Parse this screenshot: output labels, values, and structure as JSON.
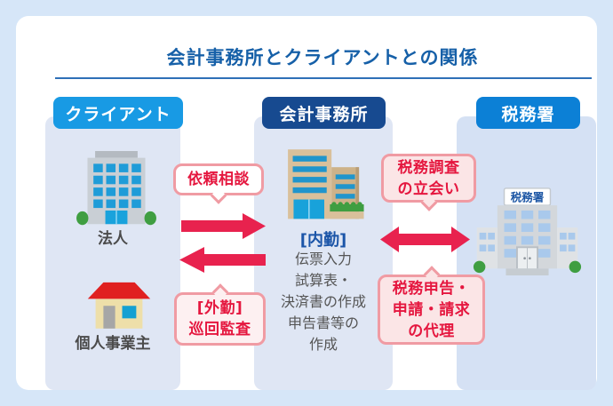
{
  "title": "会計事務所とクライアントとの関係",
  "columns": {
    "client": {
      "header": "クライアント",
      "corporate_label": "法人",
      "individual_label": "個人事業主"
    },
    "office": {
      "header": "会計事務所",
      "role_label": "[内勤]",
      "tasks": [
        "伝票入力",
        "試算表・",
        "決済書の作成",
        "申告書等の",
        "作成"
      ]
    },
    "tax": {
      "header": "税務署",
      "building_sign": "税務署"
    }
  },
  "bubbles": {
    "request": {
      "line1": "依頼相談"
    },
    "fieldwork": {
      "line1": "[外勤]",
      "line2": "巡回監査"
    },
    "audit": {
      "line1": "税務調査",
      "line2": "の立会い"
    },
    "proxy": {
      "line1": "税務申告・",
      "line2": "申請・請求",
      "line3": "の代理"
    }
  },
  "icons": {
    "client_corporate": "corporate-building-icon",
    "client_individual": "house-icon",
    "office": "accounting-office-building-icon",
    "tax": "tax-office-building-icon",
    "arrows": [
      "arrow-right-icon",
      "arrow-left-icon",
      "arrow-double-icon"
    ]
  },
  "colors": {
    "page_background": "#d6e6f8",
    "card_background": "#ffffff",
    "panel_background": "#dfe6f4",
    "panel_background_right": "#d5e1f4",
    "title_blue": "#1660a8",
    "rule_blue": "#2e6fb7",
    "client_badge_blue": "#189ae4",
    "office_badge_navy": "#174a90",
    "tax_badge_blue": "#0c80d6",
    "arrow_red": "#e8224e",
    "bubble_text_red": "#e5173f",
    "bubble_border_pink": "#f09ba3",
    "bubble_fill_pink": "#fbe5e6",
    "window_blue": "#1f9cd8",
    "tax_window_blue": "#a9c9ec",
    "bush_green": "#3f9e41"
  }
}
